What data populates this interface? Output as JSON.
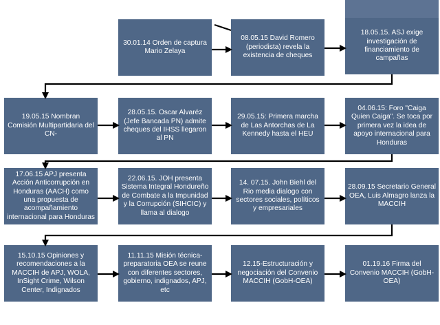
{
  "timeline": {
    "rows": [
      [
        {
          "text": ""
        },
        {
          "text": "30.01.14 Orden de captura Mario Zelaya"
        },
        {
          "text": "08.05.15 David Romero (periodista) revela la existencia de cheques"
        },
        {
          "text": "18.05.15. ASJ exige investigación de financiamiento de campañas"
        }
      ],
      [
        {
          "text": "19.05.15 Nombran Comisión Multipartidaria del CN-"
        },
        {
          "text": "28.05.15. Oscar Alvaréz (Jefe Bancada PN) admite cheques del IHSS llegaron al PN"
        },
        {
          "text": "29.05.15: Primera marcha de Las Antorchas de La Kennedy hasta el HEU"
        },
        {
          "text": "04.06.15: Foro \"Caiga Quien Caiga\". Se toca por primera vez la idea de apoyo internacional para Honduras"
        }
      ],
      [
        {
          "text": "17.06.15 APJ presenta Acción Anticorrupción en Honduras (AACH) como una propuesta de acompañamiento internacional para Honduras"
        },
        {
          "text": "22.06.15. JOH presenta Sistema Integral Hondureño de Combate a la Impunidad y la Corrupción (SIHCIC) y llama al dialogo"
        },
        {
          "text": "14. 07.15. John Biehl del Rio media dialogo con sectores sociales, políticos y empresariales"
        },
        {
          "text": "28.09.15 Secretario General OEA, Luis Almagro lanza la MACCIH"
        }
      ],
      [
        {
          "text": "15.10.15 Opiniones y recomendaciones a la MACCIH de APJ, WOLA, InSight Crime, Wilson Center, Indignados"
        },
        {
          "text": "11.11.15 Misión técnica-preparatoria OEA se reune con diferentes sectores, gobierno, indignados, APJ, etc"
        },
        {
          "text": "12.15-Estructuración y negociación del Convenio MACCIH (GobH-OEA)"
        },
        {
          "text": "01.19.16 Firma del Convenio  MACCIH (GobH-OEA)"
        }
      ]
    ]
  },
  "colors": {
    "box_fill": "#4f6787",
    "box_text": "#ffffff",
    "arrow": "#000000"
  }
}
